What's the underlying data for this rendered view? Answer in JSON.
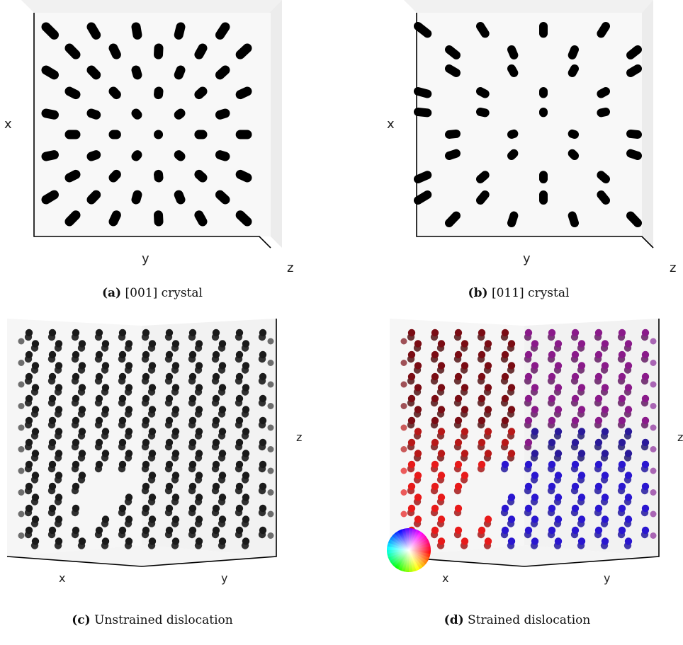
{
  "figure": {
    "panels": [
      {
        "id": "a",
        "label": "(a)",
        "caption": "[001] crystal",
        "axes": {
          "vertical": "x",
          "horizontal": "y",
          "depth": "z"
        },
        "atom_color": "#000000"
      },
      {
        "id": "b",
        "label": "(b)",
        "caption": "[011] crystal",
        "axes": {
          "vertical": "x",
          "horizontal": "y",
          "depth": "z"
        },
        "atom_color": "#000000"
      },
      {
        "id": "c",
        "label": "(c)",
        "caption": "Unstrained dislocation",
        "axes": {
          "left": "x",
          "right": "y",
          "vertical": "z"
        },
        "atom_color": "#000000"
      },
      {
        "id": "d",
        "label": "(d)",
        "caption": "Strained dislocation",
        "axes": {
          "left": "x",
          "right": "y",
          "vertical": "z"
        },
        "colors": {
          "red": "#e8121a",
          "purple": "#8b1a9a",
          "blue": "#1a12c8",
          "dark_red": "#6a0a0a"
        }
      }
    ]
  }
}
